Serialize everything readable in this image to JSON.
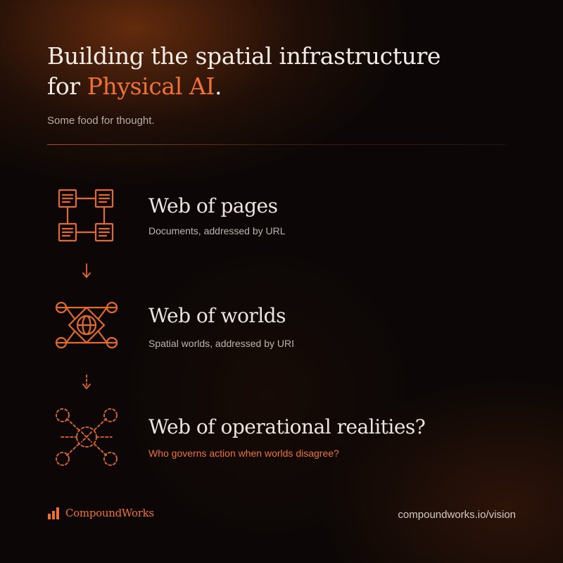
{
  "header": {
    "title_line1": "Building the spatial infrastructure",
    "title_line2_prefix": "for ",
    "title_line2_accent": "Physical AI",
    "title_line2_suffix": ".",
    "subtitle": "Some food for thought."
  },
  "tiers": [
    {
      "icon": "document-network-icon",
      "title": "Web of pages",
      "description": "Documents, addressed by URL"
    },
    {
      "icon": "globe-network-icon",
      "title": "Web of worlds",
      "description": "Spatial worlds, addressed by URI"
    },
    {
      "icon": "dashed-network-icon",
      "title": "Web of operational realities?",
      "description": "Who governs action when worlds disagree?"
    }
  ],
  "footer": {
    "brand": "CompoundWorks",
    "brand_icon": "bar-chart-logo-icon",
    "url": "compoundworks.io/vision"
  },
  "colors": {
    "accent": "#ee7236",
    "background": "#0c0706",
    "text": "#ece4dd"
  }
}
